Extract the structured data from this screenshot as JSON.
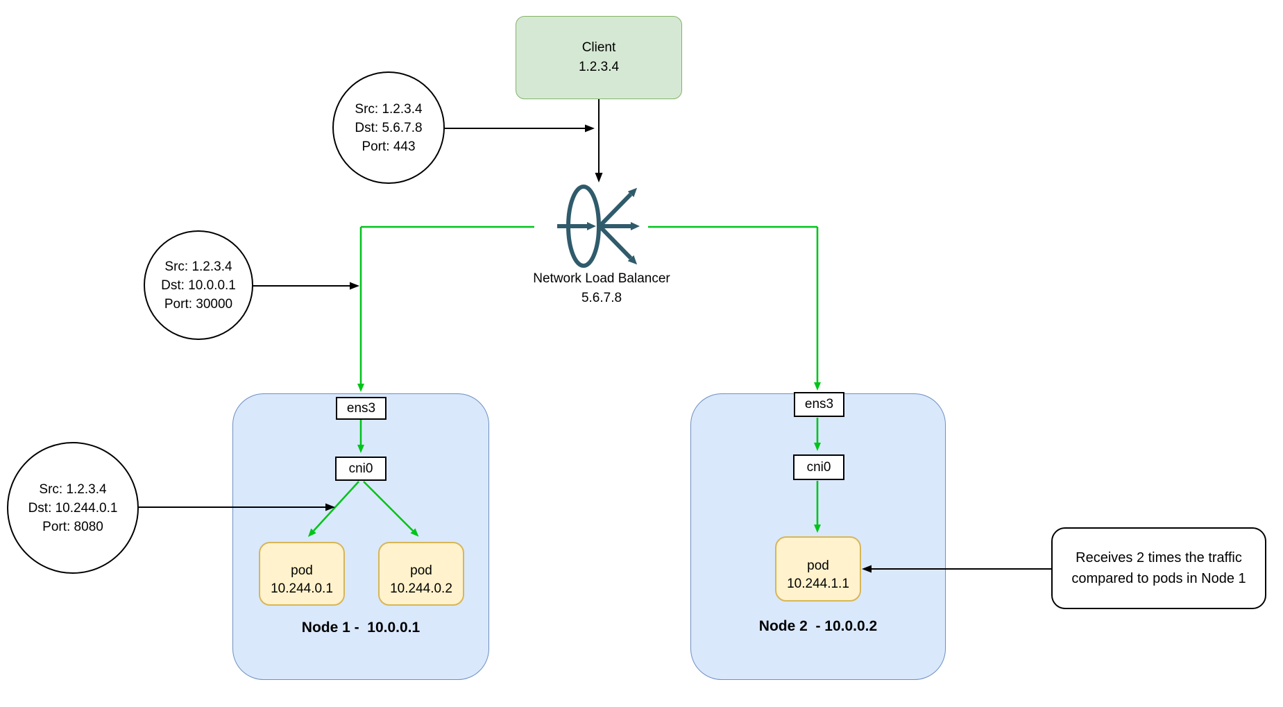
{
  "client": {
    "name": "Client",
    "ip": "1.2.3.4"
  },
  "load_balancer": {
    "name": "Network Load Balancer",
    "ip": "5.6.7.8"
  },
  "packets": [
    {
      "lines": [
        "Src: 1.2.3.4",
        "Dst: 5.6.7.8",
        "Port: 443"
      ]
    },
    {
      "lines": [
        "Src: 1.2.3.4",
        "Dst: 10.0.0.1",
        "Port: 30000"
      ]
    },
    {
      "lines": [
        "Src: 1.2.3.4",
        "Dst: 10.244.0.1",
        "Port: 8080"
      ]
    }
  ],
  "nodes": [
    {
      "label": "Node 1 -  10.0.0.1",
      "nic": "ens3",
      "bridge": "cni0",
      "pods": [
        {
          "name": "pod",
          "ip": "10.244.0.1"
        },
        {
          "name": "pod",
          "ip": "10.244.0.2"
        }
      ]
    },
    {
      "label": "Node 2  - 10.0.0.2",
      "nic": "ens3",
      "bridge": "cni0",
      "pods": [
        {
          "name": "pod",
          "ip": "10.244.1.1"
        }
      ]
    }
  ],
  "callout": {
    "lines": [
      "Receives 2 times the traffic",
      "compared to pods in Node 1"
    ]
  },
  "colors": {
    "client_fill": "#d5e8d4",
    "client_stroke": "#82b366",
    "node_fill": "#dae8fc",
    "node_stroke": "#6c8ebf",
    "pod_fill": "#fff2cc",
    "pod_stroke": "#d6b656",
    "flow_arrow_green": "#00c41a",
    "annotation_arrow_black": "#000000",
    "load_balancer_icon": "#2f5b6b"
  }
}
